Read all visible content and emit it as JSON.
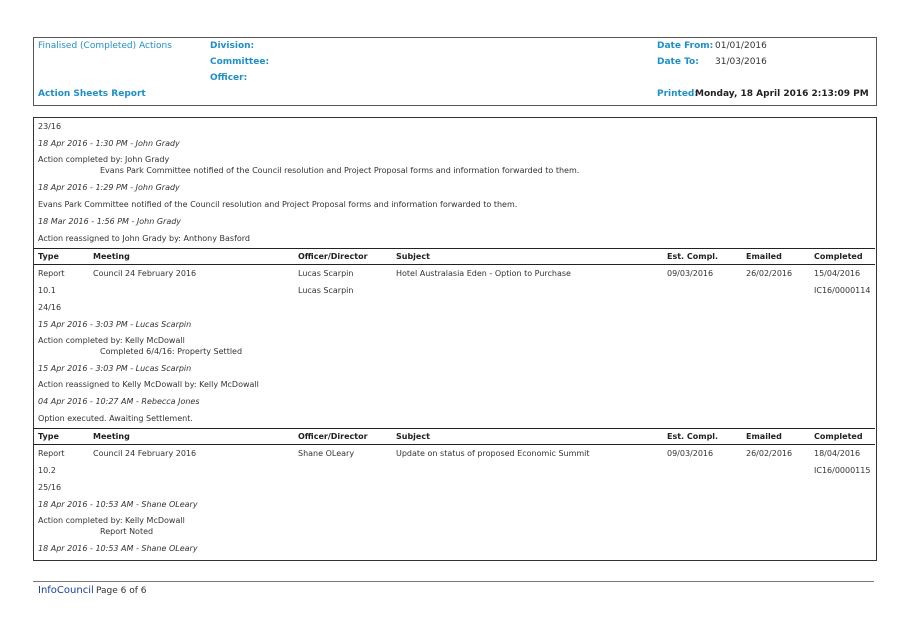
{
  "header": {
    "report_type": "Finalised (Completed) Actions",
    "report_title": "Action Sheets Report",
    "division_label": "Division:",
    "committee_label": "Committee:",
    "officer_label": "Officer:",
    "date_from_label": "Date From:",
    "date_from_value": "01/01/2016",
    "date_to_label": "Date To:",
    "date_to_value": "31/03/2016",
    "printed_label": "Printed:",
    "printed_value": "Monday, 18 April 2016  2:13:09 PM"
  },
  "columns": [
    "Type",
    "Meeting",
    "Officer/Director",
    "Subject",
    "Est. Compl.",
    "Emailed",
    "Completed"
  ],
  "block0": {
    "ref": "23/16",
    "notes": [
      "18 Apr 2016 - 1:30 PM - John Grady",
      "Action completed by: John Grady",
      "Evans Park Committee notified of the Council resolution and Project Proposal forms and information forwarded to them.",
      "18 Apr 2016 - 1:29 PM - John Grady",
      "Evans Park Committee notified of the Council resolution and Project Proposal forms and information forwarded to them.",
      "18 Mar 2016 - 1:56 PM - John Grady",
      "Action reassigned to John Grady by: Anthony Basford"
    ]
  },
  "block1": {
    "type": "Report",
    "meeting": "Council 24 February 2016",
    "officer": "Lucas Scarpin",
    "officer2": "Lucas Scarpin",
    "subject": "Hotel Australasia Eden - Option to Purchase",
    "est_compl": "09/03/2016",
    "emailed": "26/02/2016",
    "completed": "15/04/2016",
    "item_no": "10.1",
    "doc_ref": "IC16/0000114",
    "ref": "24/16",
    "notes": [
      "15 Apr 2016 - 3:03 PM - Lucas Scarpin",
      "Action completed by: Kelly McDowall",
      "Completed 6/4/16: Property Settled",
      "15 Apr 2016 - 3:03 PM - Lucas Scarpin",
      "Action reassigned to Kelly McDowall by: Kelly McDowall",
      "04 Apr 2016 - 10:27 AM - Rebecca Jones",
      "Option executed. Awaiting Settlement."
    ]
  },
  "block2": {
    "type": "Report",
    "meeting": "Council 24 February 2016",
    "officer": "Shane OLeary",
    "subject": "Update on status of proposed Economic Summit",
    "est_compl": "09/03/2016",
    "emailed": "26/02/2016",
    "completed": "18/04/2016",
    "item_no": "10.2",
    "doc_ref": "IC16/0000115",
    "ref": "25/16",
    "notes": [
      "18 Apr 2016 - 10:53 AM - Shane OLeary",
      "Action completed by: Kelly McDowall",
      "Report Noted",
      "18 Apr 2016 - 10:53 AM - Shane OLeary"
    ]
  },
  "footer": {
    "logo": "InfoCouncil",
    "page": "Page 6 of 6"
  },
  "colors": {
    "accent": "#1f8fc9",
    "logo": "#1a3d99"
  }
}
